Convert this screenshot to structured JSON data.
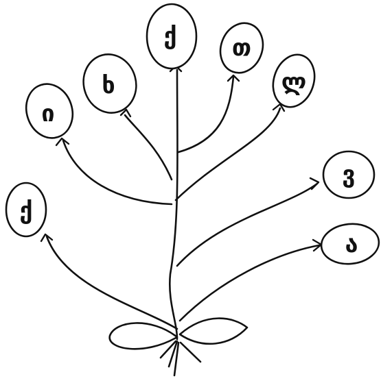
{
  "colors": {
    "ink": "#111111",
    "paper": "#ffffff"
  },
  "balloons": [
    {
      "id": "top-center",
      "letter": "ქ"
    },
    {
      "id": "upper-left",
      "letter": "ხ"
    },
    {
      "id": "left",
      "letter": "ი"
    },
    {
      "id": "lower-left",
      "letter": "ქ"
    },
    {
      "id": "upper-right",
      "letter": "თ"
    },
    {
      "id": "right-upper",
      "letter": "ლ"
    },
    {
      "id": "right",
      "letter": "ვ"
    },
    {
      "id": "lower-right",
      "letter": "ა"
    }
  ]
}
